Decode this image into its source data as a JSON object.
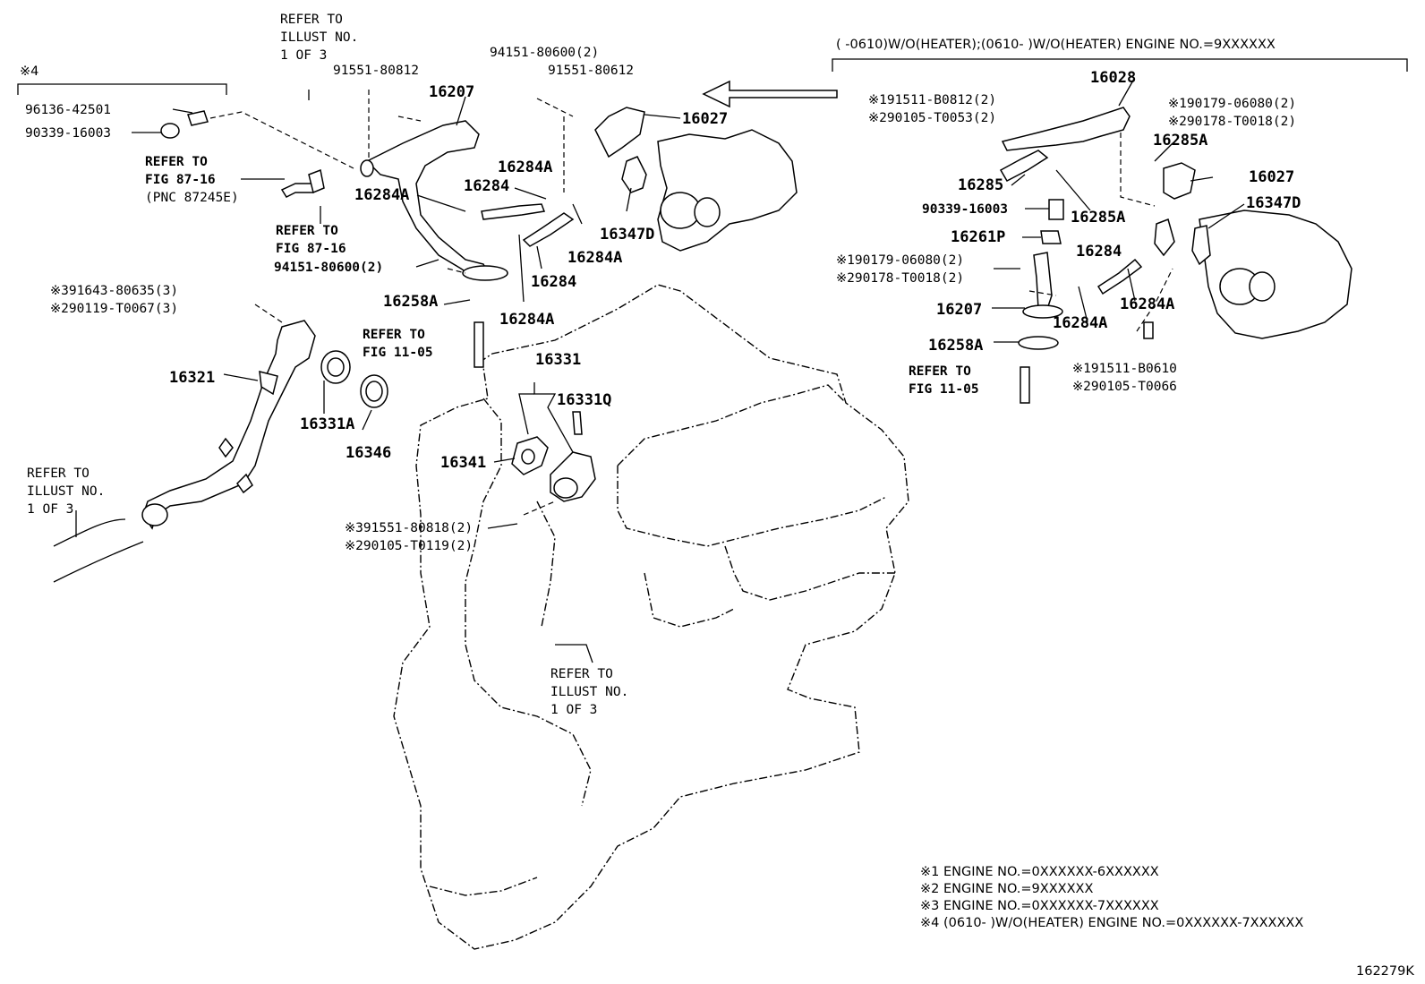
{
  "header": {
    "range_note": "(      -0610)W/O(HEATER);(0610-      )W/O(HEATER) ENGINE NO.=9XXXXXX",
    "group_note": "※4"
  },
  "labels": {
    "refer_illust_top": [
      "REFER TO",
      "ILLUST NO.",
      "1 OF 3"
    ],
    "refer_fig_87_a": [
      "REFER TO",
      "FIG 87-16",
      "(PNC 87245E)"
    ],
    "refer_fig_87_b": [
      "REFER TO",
      "FIG 87-16"
    ],
    "refer_fig_11_left": [
      "REFER TO",
      "FIG 11-05"
    ],
    "refer_fig_11_right": [
      "REFER TO",
      "FIG 11-05"
    ],
    "refer_illust_left": [
      "REFER TO",
      "ILLUST NO.",
      "1 OF 3"
    ],
    "refer_illust_bottom": [
      "REFER TO",
      "ILLUST NO.",
      "1 OF 3"
    ]
  },
  "parts_left": {
    "p96136": "96136-42501",
    "p90339": "90339-16003",
    "p91551_80812": "91551-80812",
    "p94151_top": "94151-80600(2)",
    "p91551_80612": "91551-80612",
    "p16207": "16207",
    "p16027": "16027",
    "p16284A_1": "16284A",
    "p16284A_2": "16284A",
    "p16284_1": "16284",
    "p16347D": "16347D",
    "p16284A_3": "16284A",
    "p94151_bottom": "94151-80600(2)",
    "p16284_2": "16284",
    "p16258A": "16258A",
    "p16284A_4": "16284A",
    "p91643": "※391643-80635(3)",
    "p90119": "※290119-T0067(3)",
    "p16331": "16331",
    "p16321": "16321",
    "p16331Q": "16331Q",
    "p16331A": "16331A",
    "p16346": "16346",
    "p16341": "16341",
    "p91551_80818": "※391551-80818(2)",
    "p90105_T0119": "※290105-T0119(2)"
  },
  "parts_right": {
    "p16028": "16028",
    "p191511_B0812": "※191511-B0812(2)",
    "p290105_T0053": "※290105-T0053(2)",
    "p190179_top": "※190179-06080(2)",
    "p290178_top": "※290178-T0018(2)",
    "p16285A_1": "16285A",
    "p16027": "16027",
    "p16347D": "16347D",
    "p16285": "16285",
    "p90339": "90339-16003",
    "p16285A_2": "16285A",
    "p16261P": "16261P",
    "p16284": "16284",
    "p190179_bottom": "※190179-06080(2)",
    "p290178_bottom": "※290178-T0018(2)",
    "p16284A_1": "16284A",
    "p16207": "16207",
    "p16284A_2": "16284A",
    "p16258A": "16258A",
    "p191511_B0610": "※191511-B0610",
    "p290105_T0066": "※290105-T0066"
  },
  "footnotes": [
    "※1 ENGINE NO.=0XXXXXX-6XXXXXX",
    "※2 ENGINE NO.=9XXXXXX",
    "※3 ENGINE NO.=0XXXXXX-7XXXXXX",
    "※4 (0610-      )W/O(HEATER) ENGINE NO.=0XXXXXX-7XXXXXX"
  ],
  "figure_id": "162279K"
}
